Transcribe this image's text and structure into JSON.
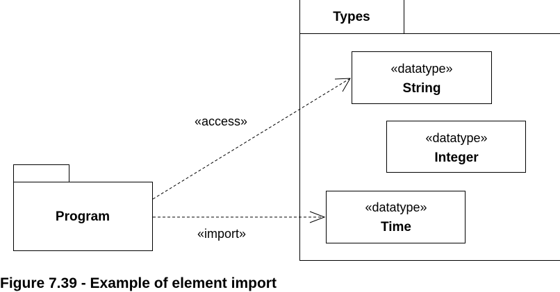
{
  "diagram": {
    "packages": {
      "types": {
        "name": "Types"
      },
      "program": {
        "name": "Program"
      }
    },
    "datatypes": {
      "string": {
        "stereotype": "«datatype»",
        "name": "String"
      },
      "integer": {
        "stereotype": "«datatype»",
        "name": "Integer"
      },
      "time": {
        "stereotype": "«datatype»",
        "name": "Time"
      }
    },
    "dependencies": {
      "access": {
        "label": "«access»",
        "from": "Program",
        "to": "String"
      },
      "import": {
        "label": "«import»",
        "from": "Program",
        "to": "Time"
      }
    }
  },
  "caption": "Figure 7.39 - Example of element import"
}
